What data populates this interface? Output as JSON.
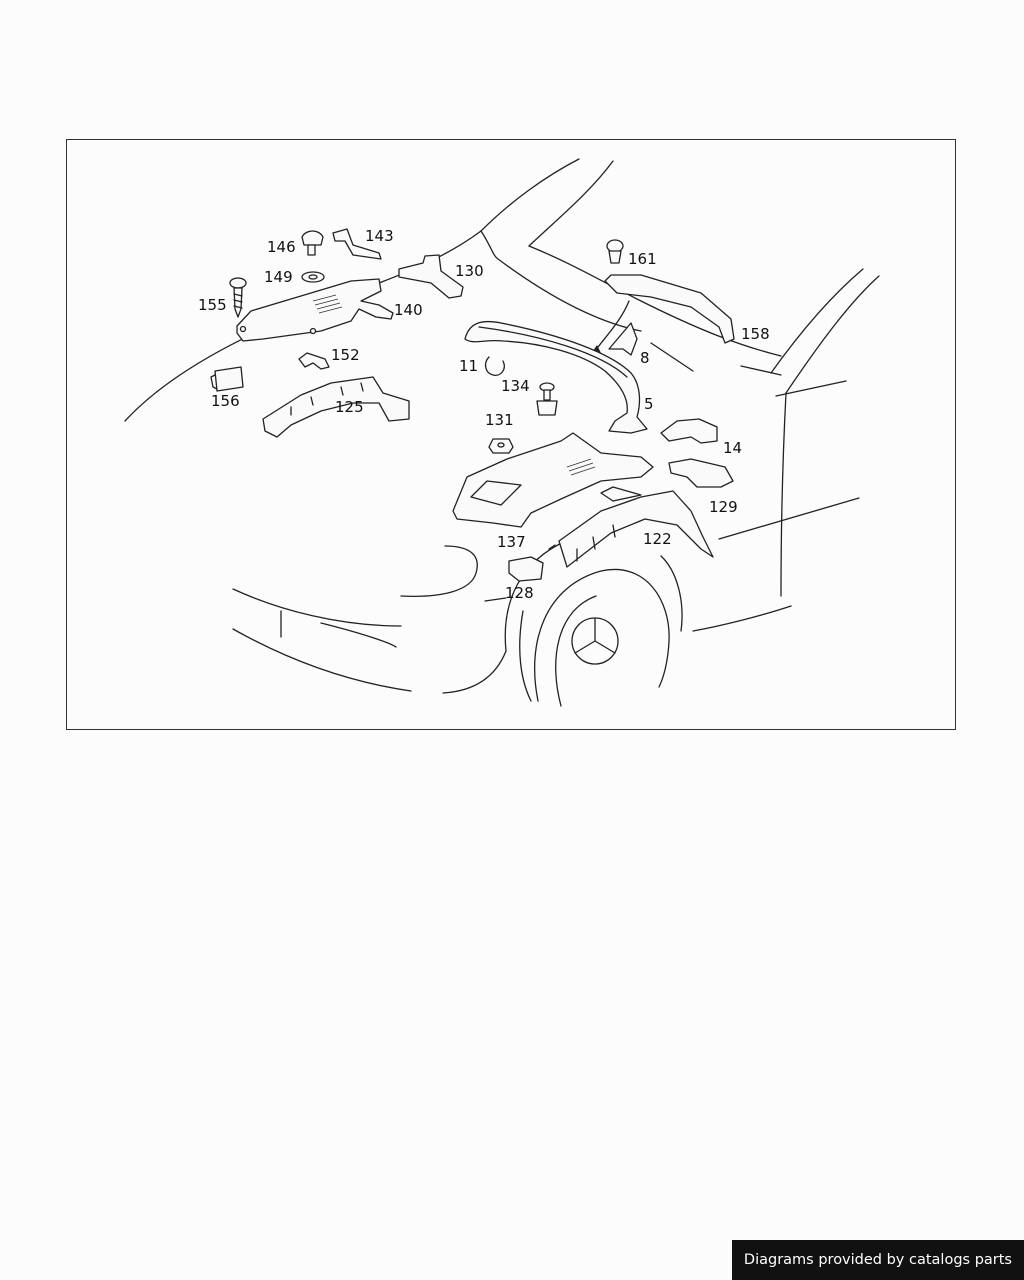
{
  "footer": {
    "credit": "Diagrams provided by catalogs parts"
  },
  "diagram": {
    "labels": {
      "p146": "146",
      "p143": "143",
      "p130": "130",
      "p161": "161",
      "p149": "149",
      "p155": "155",
      "p140": "140",
      "p158": "158",
      "p152": "152",
      "p8": "8",
      "p11": "11",
      "p156": "156",
      "p134": "134",
      "p125": "125",
      "p5": "5",
      "p131": "131",
      "p14": "14",
      "p129": "129",
      "p137": "137",
      "p122": "122",
      "p128": "128"
    }
  }
}
